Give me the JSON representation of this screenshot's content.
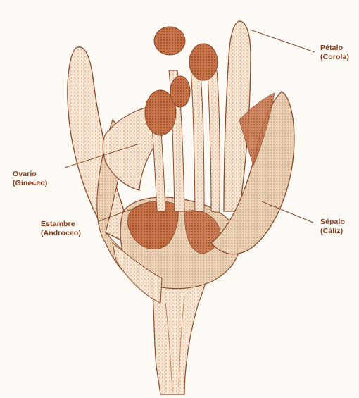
{
  "colors": {
    "ink": "#8b3a1a",
    "line": "#8b4a2a",
    "fill_light": "#f3e2cf",
    "fill_mid": "#e2b894",
    "fill_dark": "#a34a24",
    "background": "#fdfaf5"
  },
  "labels": {
    "petalo": {
      "name": "Pétalo",
      "group": "(Corola)"
    },
    "ovario": {
      "name": "Ovario",
      "group": "(Gineceo)"
    },
    "estambre": {
      "name": "Estambre",
      "group": "(Androceo)"
    },
    "sepalo": {
      "name": "Sépalo",
      "group": "(Cáliz)"
    }
  }
}
